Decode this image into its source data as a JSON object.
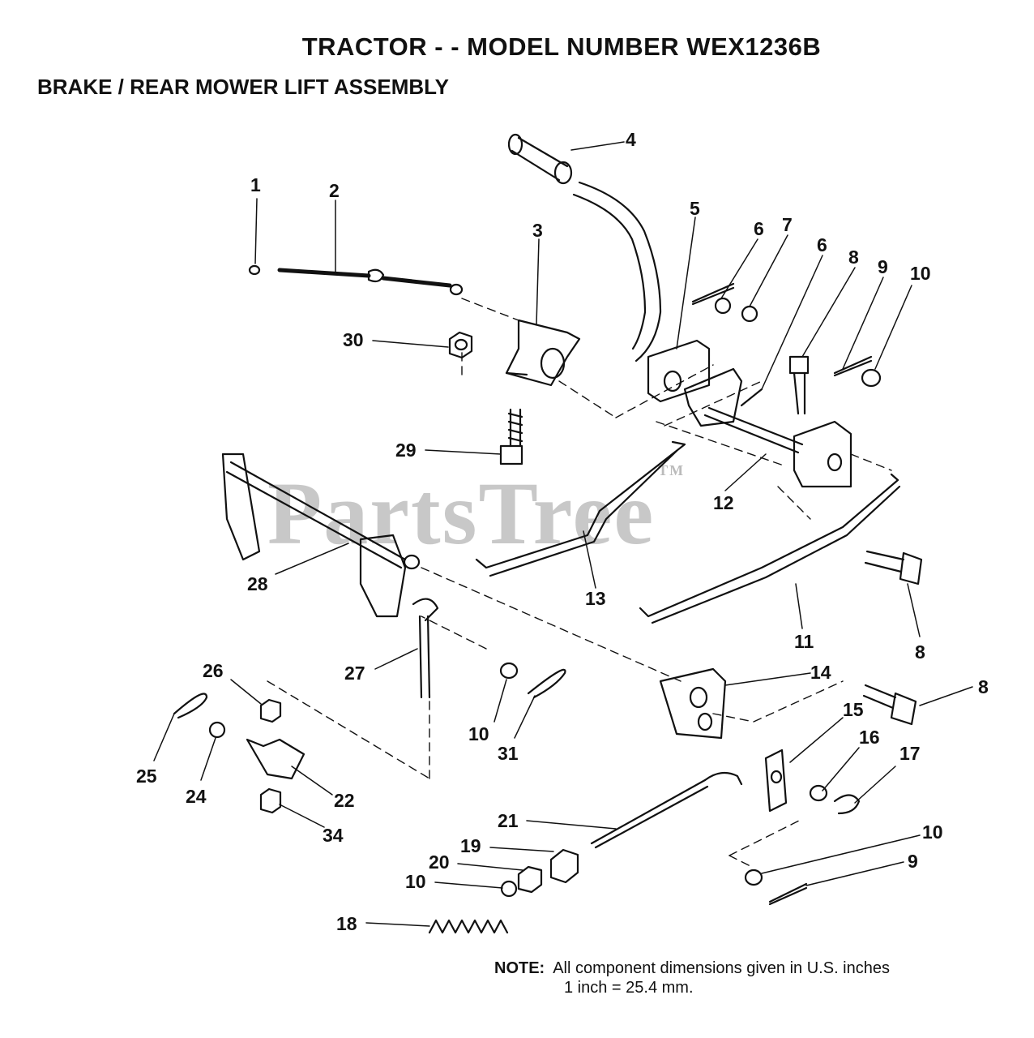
{
  "header": {
    "title": "TRACTOR - - MODEL NUMBER WEX1236B",
    "subtitle": "BRAKE / REAR MOWER LIFT ASSEMBLY"
  },
  "watermark": {
    "text": "PartsTree",
    "tm": "TM"
  },
  "note": {
    "label": "NOTE:",
    "line1": "All component dimensions given in U.S. inches",
    "line2": "1 inch = 25.4 mm."
  },
  "callouts": [
    "1",
    "2",
    "3",
    "4",
    "5",
    "6",
    "7",
    "6",
    "8",
    "9",
    "10",
    "30",
    "29",
    "12",
    "28",
    "13",
    "11",
    "8",
    "27",
    "26",
    "14",
    "8",
    "15",
    "16",
    "17",
    "10",
    "31",
    "25",
    "24",
    "22",
    "34",
    "21",
    "19",
    "20",
    "10",
    "10",
    "9",
    "18"
  ]
}
